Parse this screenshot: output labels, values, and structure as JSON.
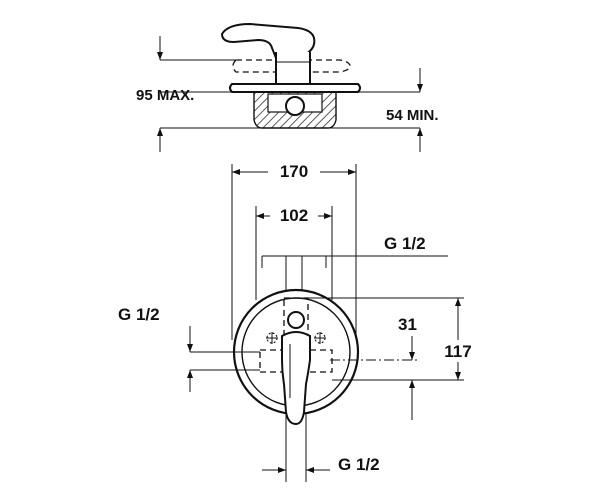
{
  "drawing": {
    "colors": {
      "ink": "#111111",
      "paper": "#ffffff"
    },
    "side_view": {
      "max_depth_label": "95 MAX.",
      "min_depth_label": "54 MIN."
    },
    "front_view": {
      "overall_width_label": "170",
      "inlet_spacing_label": "102",
      "top_connection_label": "G 1/2",
      "left_connection_label": "G 1/2",
      "bottom_connection_label": "G 1/2",
      "offset_label": "31",
      "height_label": "117"
    }
  }
}
